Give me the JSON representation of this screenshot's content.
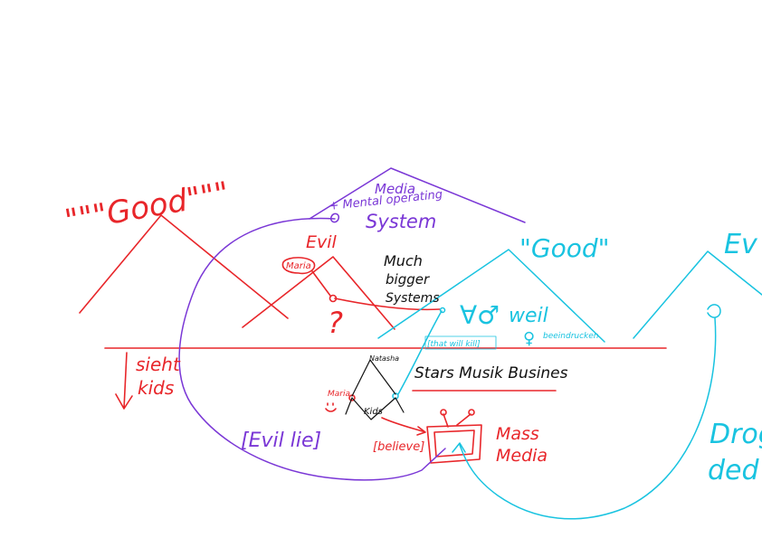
{
  "colors": {
    "red": "#e8262a",
    "purple": "#7a37d6",
    "cyan": "#19c3e0",
    "black": "#111111",
    "background": "#ffffff"
  },
  "labels": {
    "good_left": "\"\"\"Good\"\"\"",
    "media_line1": "Media",
    "media_line2": "+ Mental operating",
    "media_line3": "System",
    "evil": "Evil",
    "maria_top": "Maria",
    "question": "?",
    "much_line1": "Much",
    "much_line2": "bigger",
    "much_line3": "Systems",
    "good_center": "\"Good\"",
    "good_right_partial": "Ev",
    "gender_symbols": "∀♂",
    "weil": "weil",
    "female_symbol": "♀",
    "beeindrucken": "beeindrucken",
    "that_will_kill": "[that will kill]",
    "sieht_kids_line1": "sieht",
    "sieht_kids_line2": "kids",
    "natasha": "Natasha",
    "maria_tree": "Maria",
    "kids_tree": "Kids",
    "stars_music": "Stars Musik Busines",
    "evil_lie": "[Evil lie]",
    "believe": "[believe]",
    "mass_line1": "Mass",
    "mass_line2": "Media",
    "drogen_line1": "Drog",
    "drogen_line2": "ded"
  }
}
